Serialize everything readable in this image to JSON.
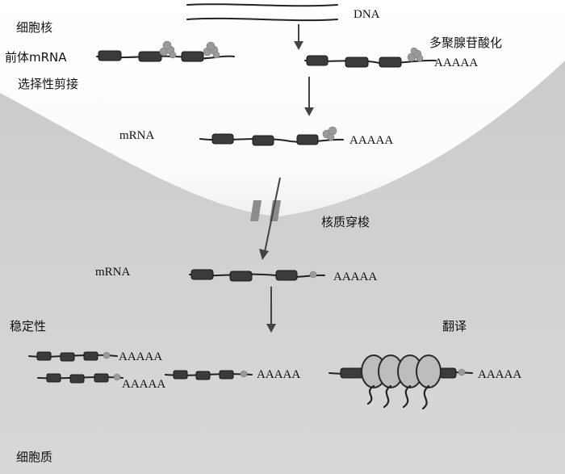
{
  "labels": {
    "nucleus": "细胞核",
    "pre_mrna": "前体mRNA",
    "splicing": "选择性剪接",
    "dna": "DNA",
    "polyadenylation": "多聚腺苷酸化",
    "mrna_nucleus": "mRNA",
    "nuclear_pore": "核质穿梭",
    "mrna_cytoplasm": "mRNA",
    "stability": "稳定性",
    "translation": "翻译",
    "cytoplasm": "细胞质"
  },
  "poly_a": {
    "tail_1": "AAAAA",
    "tail_2": "AAAAA",
    "tail_3": "AAAAA",
    "tail_4": "AAAAA",
    "tail_5": "AAAAA",
    "tail_6": "AAAAA",
    "tail_7": "AAAAA"
  },
  "colors": {
    "cytoplasm": "#d3d3d3",
    "nucleus": "#ffffff",
    "exon": "#3b3b3b",
    "cap": "#9a9a9a",
    "ribosome": "#bdbdbd"
  }
}
